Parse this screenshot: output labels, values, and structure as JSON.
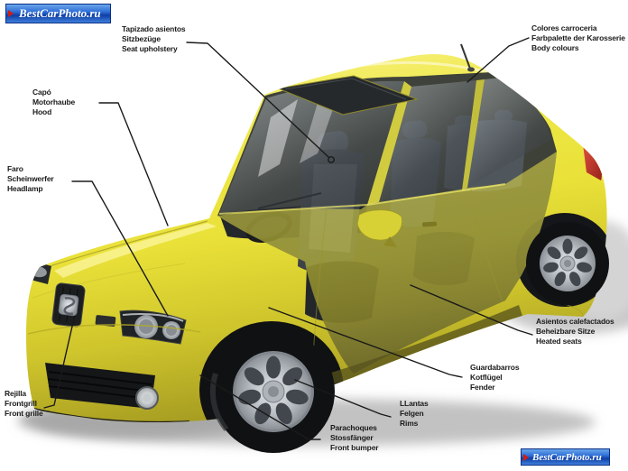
{
  "watermark": {
    "text": "BestCarPhoto.ru"
  },
  "callouts": {
    "seat_upholstery": {
      "es": "Tapizado asientos",
      "de": "Sitzbezüge",
      "en": "Seat upholstery"
    },
    "body_colours": {
      "es": "Colores carroceria",
      "de": "Farbpalette der Karosserie",
      "en": "Body colours"
    },
    "hood": {
      "es": "Capó",
      "de": "Motorhaube",
      "en": "Hood"
    },
    "headlamp": {
      "es": "Faro",
      "de": "Scheinwerfer",
      "en": "Headlamp"
    },
    "front_grille": {
      "es": "Rejilla",
      "de": "Frontgrill",
      "en": "Front grille"
    },
    "heated_seats": {
      "es": "Asientos calefactados",
      "de": "Beheizbare Sitze",
      "en": "Heated seats"
    },
    "fender": {
      "es": "Guardabarros",
      "de": "Kotflügel",
      "en": "Fender"
    },
    "rims": {
      "es": "LLantas",
      "de": "Felgen",
      "en": "Rims"
    },
    "front_bumper": {
      "es": "Parachoques",
      "de": "Stossfänger",
      "en": "Front bumper"
    }
  },
  "colors": {
    "body_yellow": "#EDE63C",
    "leader_line": "#1A1A1A",
    "watermark_blue": "#1E55C8",
    "watermark_red": "#D31B10",
    "tail_light_red": "#C2352A"
  }
}
